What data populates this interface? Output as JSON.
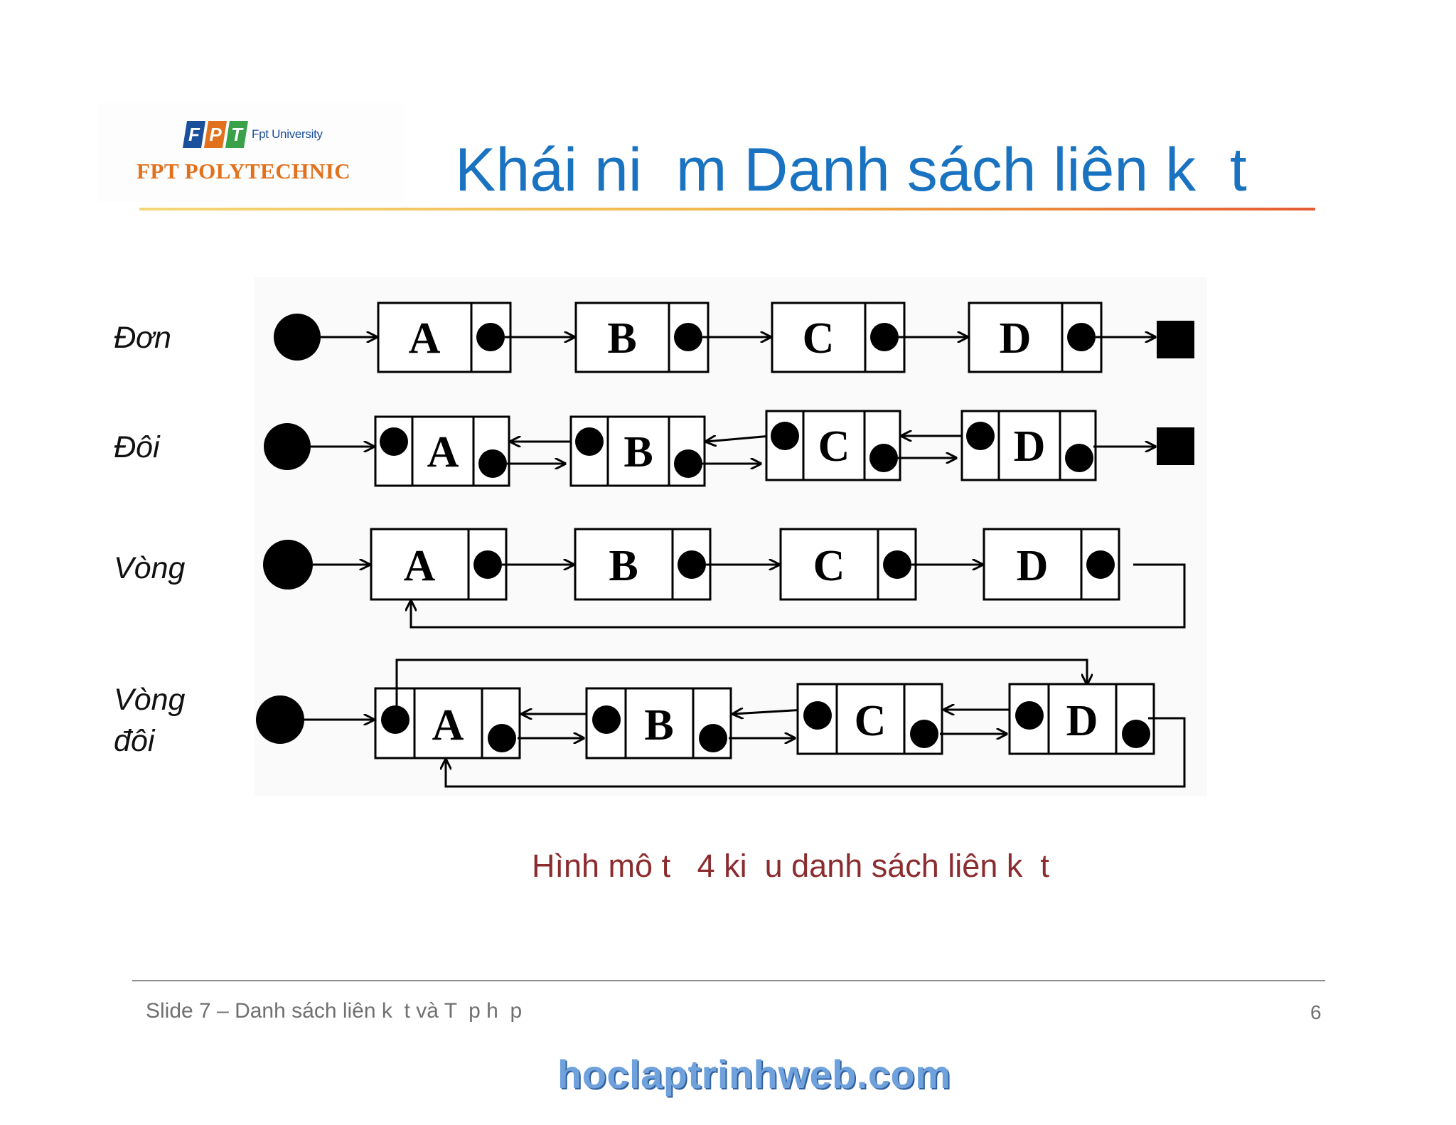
{
  "header": {
    "logo_fpt": "FPT",
    "logo_university": "Fpt University",
    "logo_polytechnic": "FPT POLYTECHNIC",
    "title": "Khái ni  m Danh sách liên k  t"
  },
  "diagram": {
    "rows": [
      {
        "label": "Đơn",
        "nodes": [
          "A",
          "B",
          "C",
          "D"
        ]
      },
      {
        "label": "Đôi",
        "nodes": [
          "A",
          "B",
          "C",
          "D"
        ]
      },
      {
        "label": "Vòng",
        "nodes": [
          "A",
          "B",
          "C",
          "D"
        ]
      },
      {
        "label_line1": "Vòng",
        "label_line2": "đôi",
        "nodes": [
          "A",
          "B",
          "C",
          "D"
        ]
      }
    ],
    "caption": "Hình mô t   4 ki  u danh sách liên k  t"
  },
  "footer": {
    "text": "Slide 7 – Danh sách liên k  t và T  p h  p",
    "page_number": "6"
  },
  "watermark": "hoclaptrinhweb.com",
  "colors": {
    "title": "#1a73c1",
    "caption": "#8b2c2f",
    "polytechnic": "#e2711d",
    "watermark": "#6fa2dc"
  }
}
